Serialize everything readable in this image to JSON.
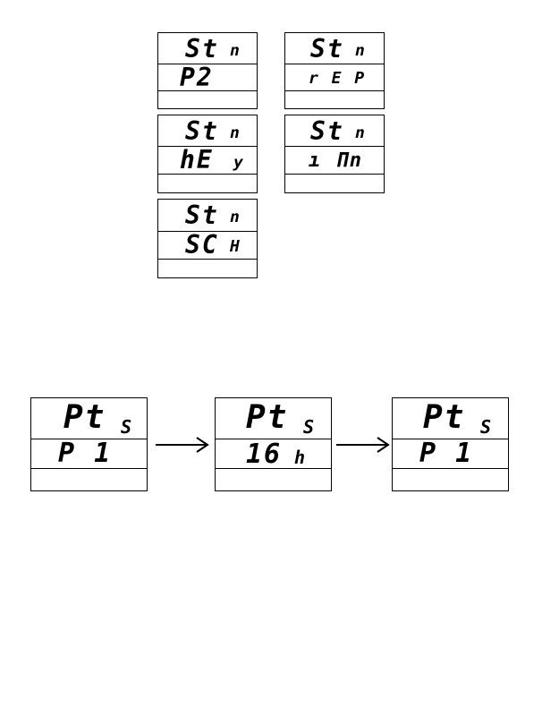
{
  "menu_panels": [
    {
      "line1_main": "St",
      "line1_sub": "n",
      "line2_main": "P2",
      "line2_sub": ""
    },
    {
      "line1_main": "St",
      "line1_sub": "n",
      "line2_main": "",
      "line2_sub": "r E P"
    },
    {
      "line1_main": "St",
      "line1_sub": "n",
      "line2_main": "hE",
      "line2_sub": "y"
    },
    {
      "line1_main": "St",
      "line1_sub": "n",
      "line2_main": "",
      "line2_sub": "ı Πn"
    },
    {
      "line1_main": "St",
      "line1_sub": "n",
      "line2_main": "SC",
      "line2_sub": "H"
    }
  ],
  "sequence_panels": [
    {
      "line1_main": "Pt",
      "line1_sub": "S",
      "line2_main": "P 1",
      "line2_sub": ""
    },
    {
      "line1_main": "Pt",
      "line1_sub": "S",
      "line2_main": "16",
      "line2_sub": "h"
    },
    {
      "line1_main": "Pt",
      "line1_sub": "S",
      "line2_main": "P 1",
      "line2_sub": ""
    }
  ]
}
